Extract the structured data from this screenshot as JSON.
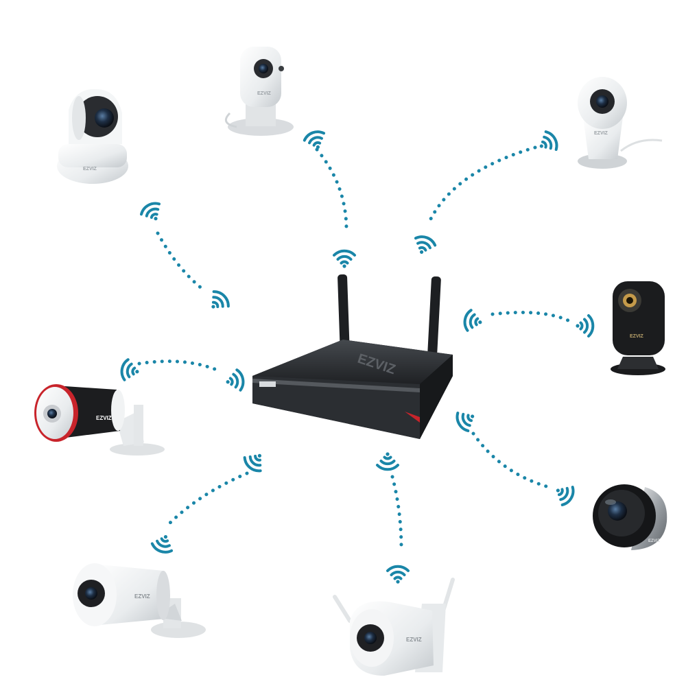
{
  "colors": {
    "link": "#1a86a8",
    "device_white": "#eef0f1",
    "device_shade": "#c9cdd1",
    "device_dark": "#1b1c1e",
    "recorder_body": "#26282b",
    "recorder_top": "#3a3d41",
    "accent_red": "#c8242b",
    "lens_blue": "#2a3f5c"
  },
  "hub": {
    "icon": "nvr-recorder-icon",
    "brand": "EZVIZ"
  },
  "cameras": [
    {
      "icon": "pan-tilt-camera-icon",
      "brand": "EZVIZ"
    },
    {
      "icon": "mini-cube-camera-icon",
      "brand": "EZVIZ"
    },
    {
      "icon": "mini-o-camera-icon",
      "brand": "EZVIZ"
    },
    {
      "icon": "black-cube-camera-icon",
      "brand": "EZVIZ"
    },
    {
      "icon": "bullet-camera-red-ring-icon",
      "brand": "EZVIZ"
    },
    {
      "icon": "fisheye-dome-camera-icon",
      "brand": "EZVIZ"
    },
    {
      "icon": "bullet-camera-icon",
      "brand": "EZVIZ"
    },
    {
      "icon": "outdoor-wifi-camera-icon",
      "brand": "EZVIZ"
    }
  ],
  "wifi_icon": "wifi-signal-icon"
}
